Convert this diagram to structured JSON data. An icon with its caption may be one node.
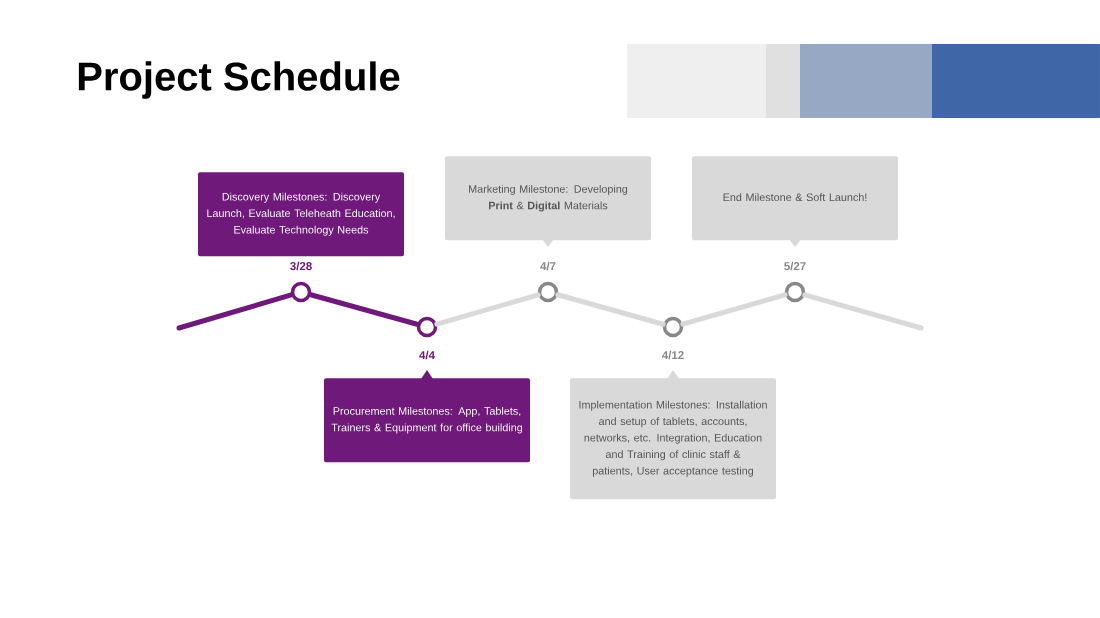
{
  "diagram": {
    "title": "Project Schedule",
    "nodes": [
      {
        "text": [
          "Discovery Milestones: Discovery Launch, Evaluate Teleheath Education, Evaluate Technology Needs"
        ]
      },
      {
        "text": [
          "Marketing Milestone: Developing **Print** & **Digital** Materials"
        ]
      },
      {
        "text": [
          "End Milestone & Soft Launch!"
        ]
      },
      {
        "text": [
          "Procurement Milestones: App, Tablets, Trainers & Equipment for office building"
        ]
      },
      {
        "text": [
          "Implementation Milestones: Installation and setup of tablets, accounts, networks, etc. Integration, Education and Training of clinic staff & patients, User acceptance testing"
        ]
      },
      {
        "text": [],
        "shape": "circle"
      },
      {
        "text": [],
        "shape": "circle"
      },
      {
        "text": [],
        "shape": "circle"
      },
      {
        "text": [],
        "shape": "circle"
      },
      {
        "text": [],
        "shape": "circle"
      }
    ],
    "labels": [
      "3/28",
      "4/7",
      "5/27",
      "4/4",
      "4/12"
    ],
    "edges": [
      {
        "from": null,
        "to": 5,
        "arrow": "none",
        "color": "#6f1a7a"
      },
      {
        "from": 5,
        "to": 6,
        "arrow": "none",
        "color": "#6f1a7a"
      },
      {
        "from": 6,
        "to": 7,
        "arrow": "none"
      },
      {
        "from": 7,
        "to": 8,
        "arrow": "none"
      },
      {
        "from": 8,
        "to": 9,
        "arrow": "none"
      },
      {
        "from": 9,
        "to": null,
        "arrow": "none"
      }
    ]
  }
}
